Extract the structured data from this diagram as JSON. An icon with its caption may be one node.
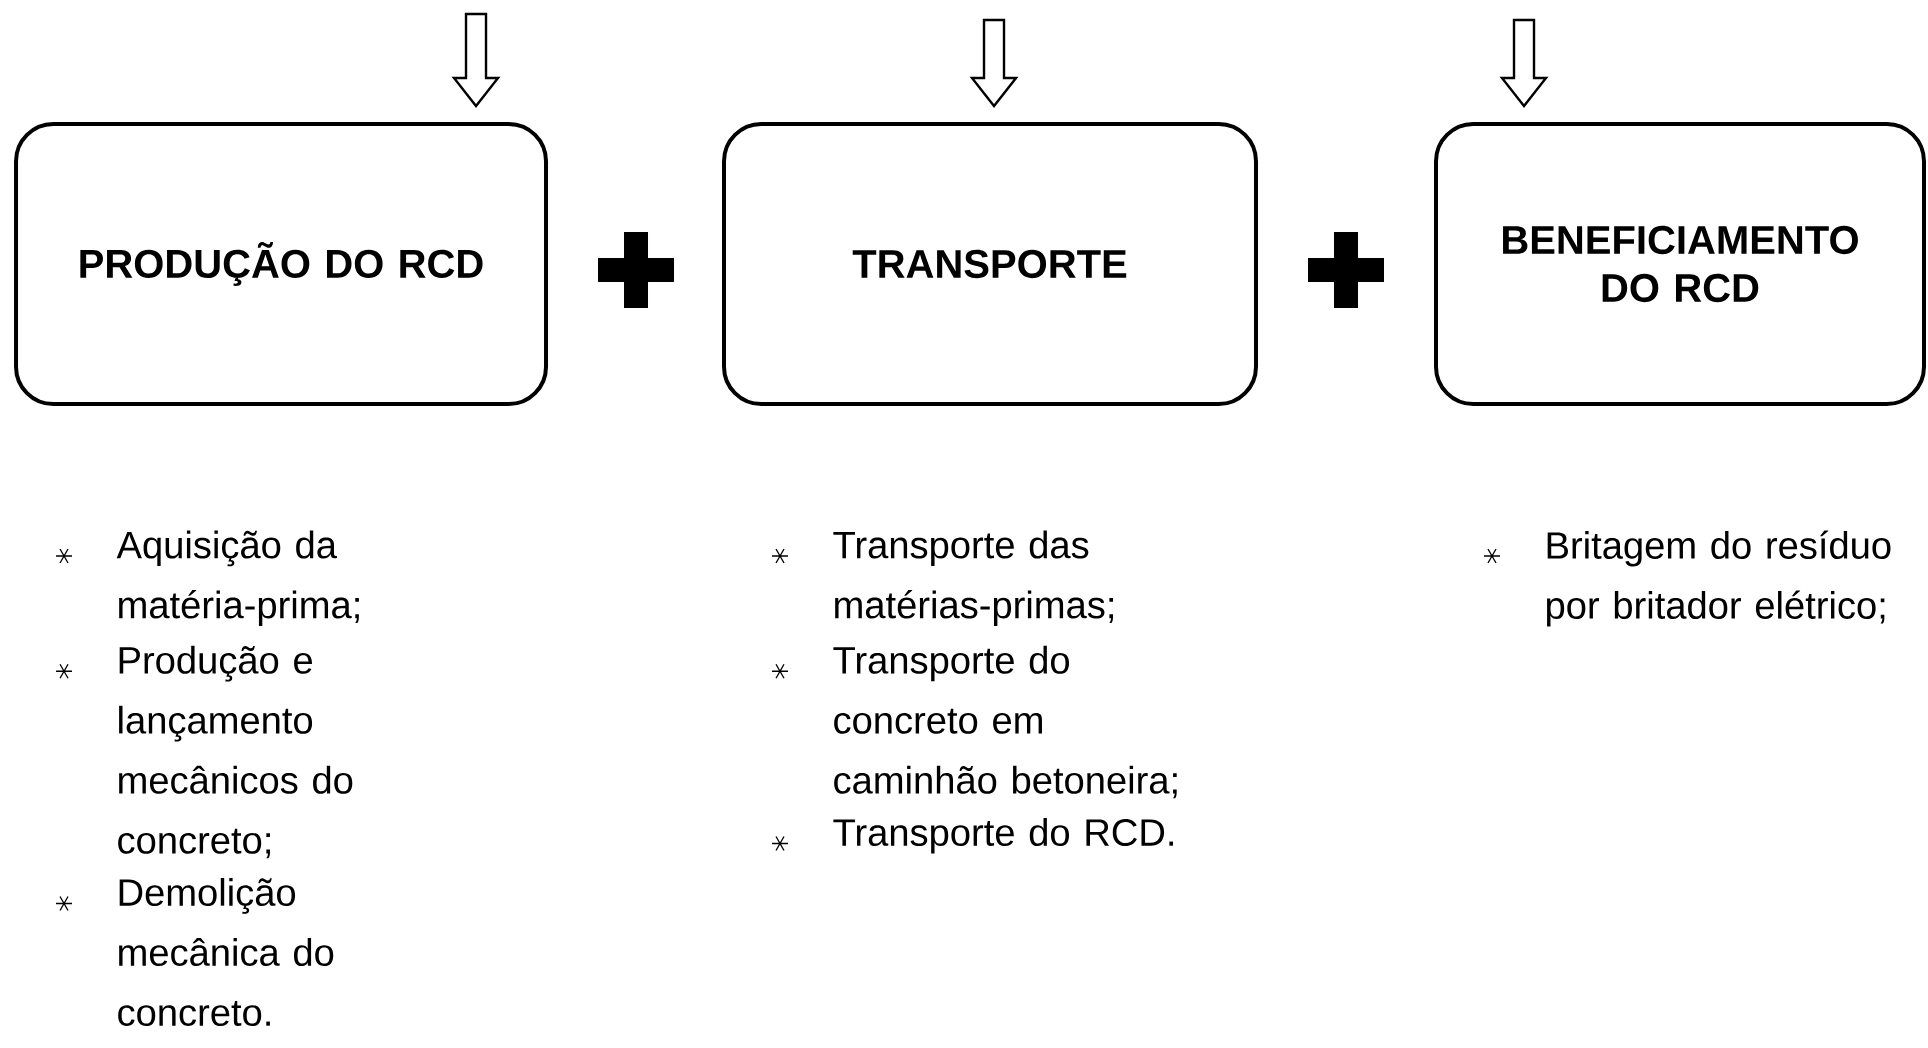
{
  "diagram": {
    "nodes": [
      {
        "text": [
          "PRODUÇÃO DO RCD"
        ],
        "beside": [
          "Aquisição da matéria-prima;",
          "Produção e lançamento mecânicos do concreto;",
          "Demolição mecânica do concreto."
        ]
      },
      {
        "text": [
          "TRANSPORTE"
        ],
        "beside": [
          "Transporte das matérias-primas;",
          "Transporte do concreto em caminhão betoneira;",
          "Transporte do RCD."
        ]
      },
      {
        "text": [
          "BENEFICIAMENTO DO RCD"
        ],
        "beside": [
          "Britagem do resíduo por britador elétrico;"
        ]
      }
    ],
    "edges": [
      {
        "from": null,
        "to": 0,
        "arrow": "to"
      },
      {
        "from": null,
        "to": 1,
        "arrow": "to"
      },
      {
        "from": null,
        "to": 2,
        "arrow": "to"
      }
    ]
  }
}
